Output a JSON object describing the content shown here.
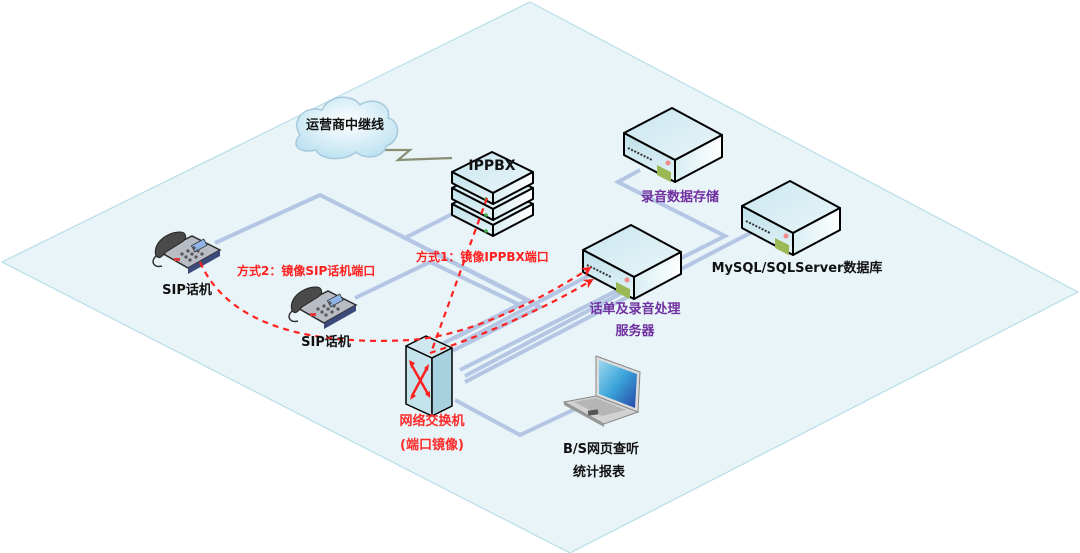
{
  "diagram": {
    "type": "network-topology",
    "colors": {
      "plane_fill": "#e8f4f7",
      "plane_edge": "#b9dde9",
      "link": "#b4c6e4",
      "mirror": "#ff2020",
      "server_label": "#7030a0",
      "switch_label": "#ff2a2a",
      "device_label": "#111111"
    },
    "nodes": {
      "cloud": {
        "label": "运营商中继线"
      },
      "ippbx": {
        "label": "IPPBX"
      },
      "phone1": {
        "label": "SIP话机"
      },
      "phone2": {
        "label": "SIP话机"
      },
      "storage": {
        "label": "录音数据存储"
      },
      "processor": {
        "label_line1": "话单及录音处理",
        "label_line2": "服务器"
      },
      "database": {
        "label": "MySQL/SQLServer数据库"
      },
      "switch": {
        "label_line1": "网络交换机",
        "label_line2": "(端口镜像)"
      },
      "laptop": {
        "label_line1": "B/S网页查听",
        "label_line2": "统计报表"
      }
    },
    "annotations": {
      "method1": "方式1：镜像IPPBX端口",
      "method2": "方式2：镜像SIP话机端口"
    },
    "links": [
      {
        "from": "cloud",
        "to": "ippbx",
        "kind": "trunk"
      },
      {
        "from": "phone1",
        "to": "switch",
        "kind": "ethernet"
      },
      {
        "from": "phone2",
        "to": "switch",
        "kind": "ethernet"
      },
      {
        "from": "ippbx",
        "to": "switch",
        "kind": "ethernet"
      },
      {
        "from": "storage",
        "to": "switch",
        "kind": "ethernet"
      },
      {
        "from": "processor",
        "to": "switch",
        "kind": "ethernet"
      },
      {
        "from": "database",
        "to": "switch",
        "kind": "ethernet"
      },
      {
        "from": "laptop",
        "to": "switch",
        "kind": "ethernet"
      },
      {
        "from": "ippbx",
        "to": "processor",
        "kind": "mirror-method1"
      },
      {
        "from": "phone1",
        "to": "processor",
        "kind": "mirror-method2"
      }
    ]
  }
}
